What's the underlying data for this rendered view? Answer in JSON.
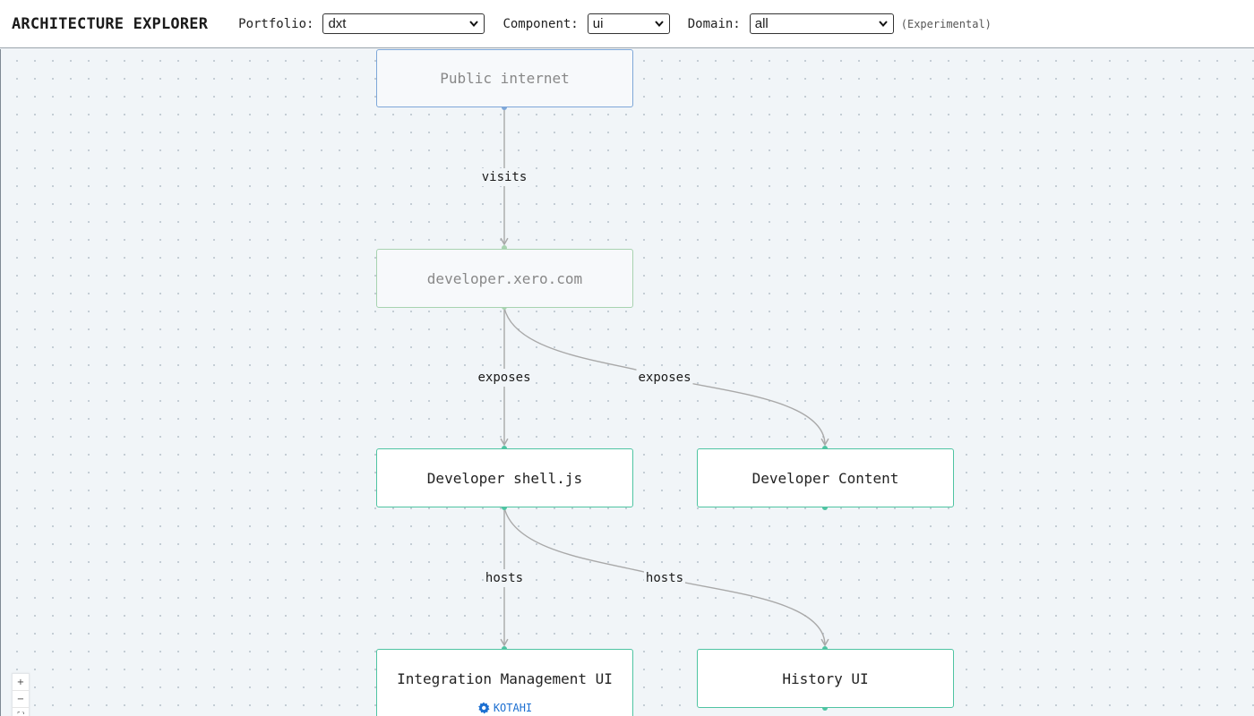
{
  "header": {
    "title": "ARCHITECTURE EXPLORER",
    "filters": [
      {
        "label": "Portfolio:",
        "value": "dxt"
      },
      {
        "label": "Component:",
        "value": "ui"
      },
      {
        "label": "Domain:",
        "value": "all"
      }
    ],
    "experimental_note": "(Experimental)"
  },
  "graph": {
    "nodes": [
      {
        "id": "public-internet",
        "label": "Public internet",
        "kind": "external"
      },
      {
        "id": "developer-xero-com",
        "label": "developer.xero.com",
        "kind": "domain"
      },
      {
        "id": "developer-shell-js",
        "label": "Developer shell.js",
        "kind": "component"
      },
      {
        "id": "developer-content",
        "label": "Developer Content",
        "kind": "component"
      },
      {
        "id": "integration-management-ui",
        "label": "Integration Management UI",
        "kind": "component",
        "badge": "KOTAHI"
      },
      {
        "id": "history-ui",
        "label": "History UI",
        "kind": "component"
      }
    ],
    "edges": [
      {
        "from": "public-internet",
        "to": "developer-xero-com",
        "label": "visits"
      },
      {
        "from": "developer-xero-com",
        "to": "developer-shell-js",
        "label": "exposes"
      },
      {
        "from": "developer-xero-com",
        "to": "developer-content",
        "label": "exposes"
      },
      {
        "from": "developer-shell-js",
        "to": "integration-management-ui",
        "label": "hosts"
      },
      {
        "from": "developer-shell-js",
        "to": "history-ui",
        "label": "hosts"
      }
    ]
  },
  "zoom_controls": {
    "zoom_in": "+",
    "zoom_out": "−",
    "fit": "⛶"
  },
  "colors": {
    "component_border": "#4fc4a2",
    "external_border": "#7ea7d8",
    "domain_border": "#a8d3b0",
    "edge": "#a9a9a9",
    "badge": "#1c6fd1"
  }
}
